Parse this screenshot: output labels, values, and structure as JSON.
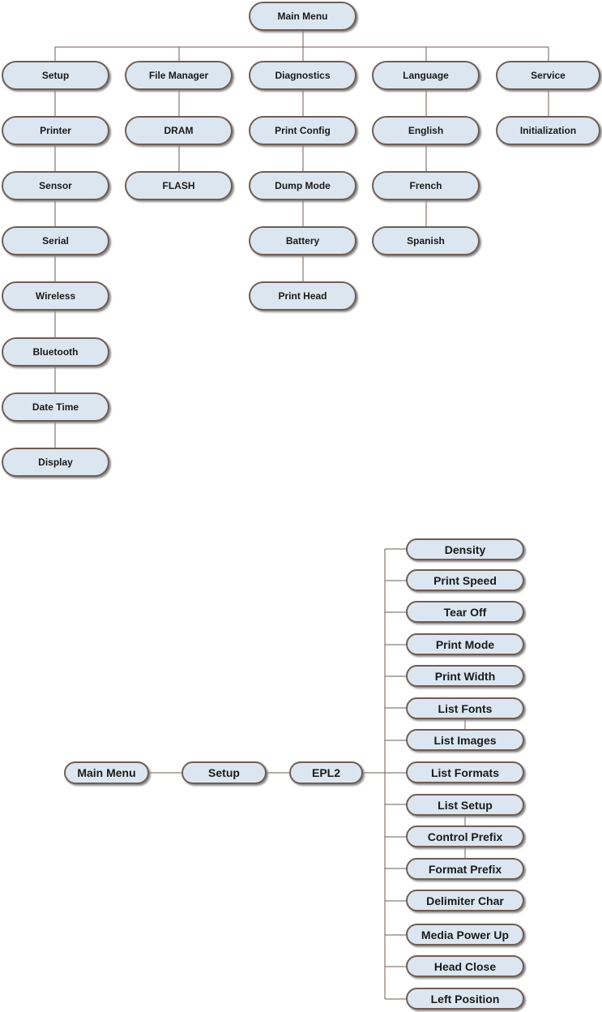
{
  "tree_menu": {
    "root": "Main Menu",
    "branches": [
      {
        "label": "Setup",
        "children": [
          "Printer",
          "Sensor",
          "Serial",
          "Wireless",
          "Bluetooth",
          "Date Time",
          "Display"
        ]
      },
      {
        "label": "File Manager",
        "children": [
          "DRAM",
          "FLASH"
        ]
      },
      {
        "label": "Diagnostics",
        "children": [
          "Print Config",
          "Dump Mode",
          "Battery",
          "Print Head"
        ]
      },
      {
        "label": "Language",
        "children": [
          "English",
          "French",
          "Spanish"
        ]
      },
      {
        "label": "Service",
        "children": [
          "Initialization"
        ]
      }
    ]
  },
  "epl2_menu": {
    "path": [
      "Main Menu",
      "Setup",
      "EPL2"
    ],
    "items": [
      "Density",
      "Print Speed",
      "Tear Off",
      "Print Mode",
      "Print Width",
      "List Fonts",
      "List Images",
      "List Formats",
      "List Setup",
      "Control Prefix",
      "Format Prefix",
      "Delimiter Char",
      "Media Power Up",
      "Head Close",
      "Left Position"
    ]
  },
  "colors": {
    "box_fill": "#dce6f0",
    "box_border": "#6f5e55",
    "connector": "#6f5e55"
  }
}
